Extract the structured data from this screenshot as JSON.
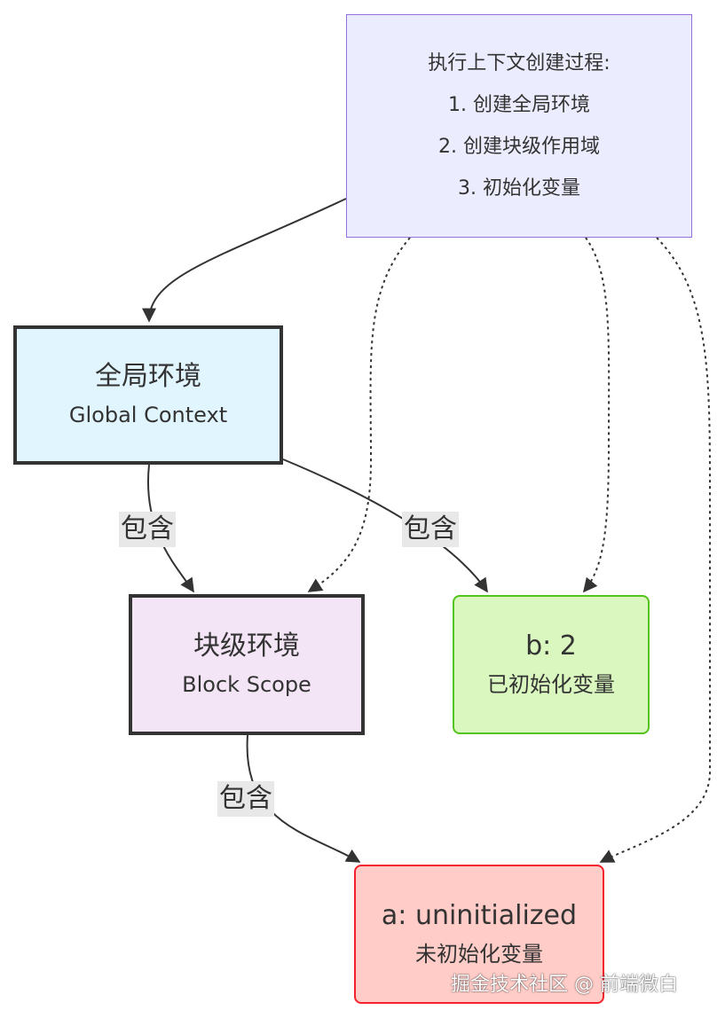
{
  "nodes": {
    "process": {
      "title": "执行上下文创建过程:",
      "steps": [
        "1. 创建全局环境",
        "2. 创建块级作用域",
        "3. 初始化变量"
      ]
    },
    "global": {
      "title": "全局环境",
      "subtitle": "Global Context"
    },
    "block": {
      "title": "块级环境",
      "subtitle": "Block Scope"
    },
    "b": {
      "title": "b: 2",
      "subtitle": "已初始化变量"
    },
    "a": {
      "title": "a: uninitialized",
      "subtitle": "未初始化变量"
    }
  },
  "edges": {
    "global_block": "包含",
    "global_b": "包含",
    "block_a": "包含"
  },
  "colors": {
    "process_fill": "#ECECFF",
    "global_fill": "#E1F5FE",
    "block_fill": "#F3E5F5",
    "b_fill": "#D9F7BE",
    "b_border": "#52C41A",
    "a_fill": "#FFCCC7",
    "a_border": "#F5222D",
    "edge": "#333333",
    "edge_label_bg": "#E8E8E8"
  },
  "watermark": "掘金技术社区 @ 前端微白"
}
